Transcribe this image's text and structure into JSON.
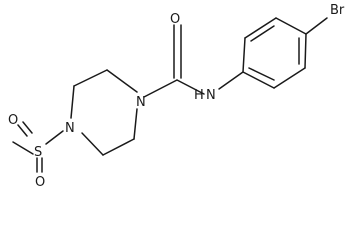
{
  "atoms": {
    "bromine": "Br",
    "carbonyl_oxygen": "O",
    "amide_nitrogen": "N",
    "amide_hydrogen": "H",
    "piperazine_n1": "N",
    "piperazine_n4": "N",
    "sulfur": "S",
    "sulfonyl_oxygen_left": "O",
    "sulfonyl_oxygen_bottom": "O"
  }
}
